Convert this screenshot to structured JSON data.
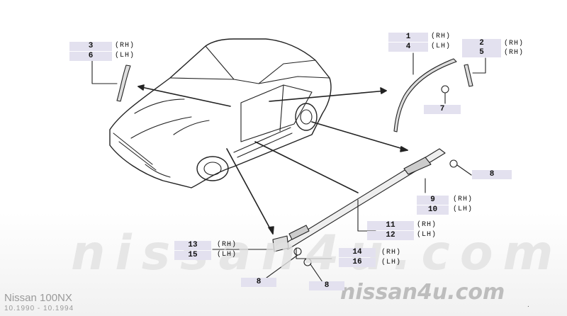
{
  "watermarks": {
    "large": "nissan4u.com",
    "small": "nissan4u.com"
  },
  "model": {
    "name": "Nissan 100NX",
    "years": "10.1990 - 10.1994"
  },
  "parts": [
    {
      "num": "3",
      "side": "(RH)"
    },
    {
      "num": "6",
      "side": "(LH)"
    },
    {
      "num": "1",
      "side": "(RH)"
    },
    {
      "num": "4",
      "side": "(LH)"
    },
    {
      "num": "2",
      "side": "(RH)"
    },
    {
      "num": "5",
      "side": "(RH)"
    },
    {
      "num": "7",
      "side": ""
    },
    {
      "num": "8",
      "side": ""
    },
    {
      "num": "9",
      "side": "(RH)"
    },
    {
      "num": "10",
      "side": "(LH)"
    },
    {
      "num": "11",
      "side": "(RH)"
    },
    {
      "num": "12",
      "side": "(LH)"
    },
    {
      "num": "13",
      "side": "(RH)"
    },
    {
      "num": "15",
      "side": "(LH)"
    },
    {
      "num": "14",
      "side": "(RH)"
    },
    {
      "num": "16",
      "side": "(LH)"
    },
    {
      "num": "8",
      "side": ""
    },
    {
      "num": "8",
      "side": ""
    }
  ],
  "colors": {
    "label_bg": "#e3e1ef",
    "line": "#222222",
    "watermark": "#bdbdbd"
  }
}
